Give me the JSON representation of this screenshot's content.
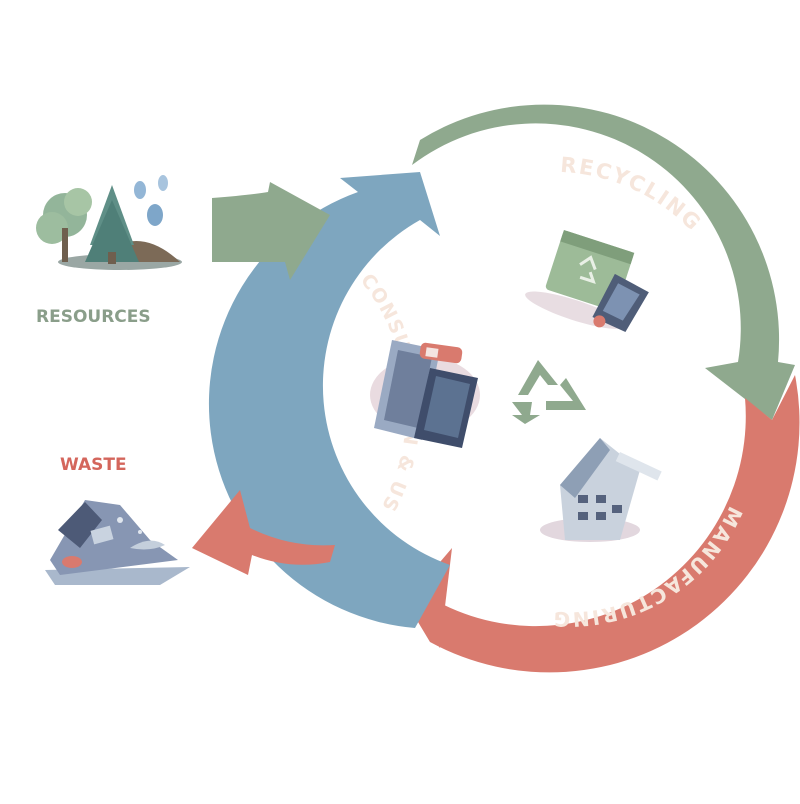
{
  "labels": {
    "resources": "RESOURCES",
    "waste": "WASTE",
    "recycling": "RECYCLING",
    "manufacturing": "MANUFACTURING",
    "consumption": "CONSUMPTION & USE"
  },
  "colors": {
    "green": "#8fa98e",
    "green_dark": "#6f8c70",
    "red": "#d97a6e",
    "blue": "#7ea6bf",
    "label_green": "#8a9e8a",
    "label_red": "#d4665c",
    "arc_text": "#f6e6dc"
  },
  "icons": [
    "trees-and-water-drops-icon",
    "trash-pile-icon",
    "recycling-bin-icon",
    "factory-icon",
    "devices-icon",
    "recycle-symbol-icon"
  ]
}
